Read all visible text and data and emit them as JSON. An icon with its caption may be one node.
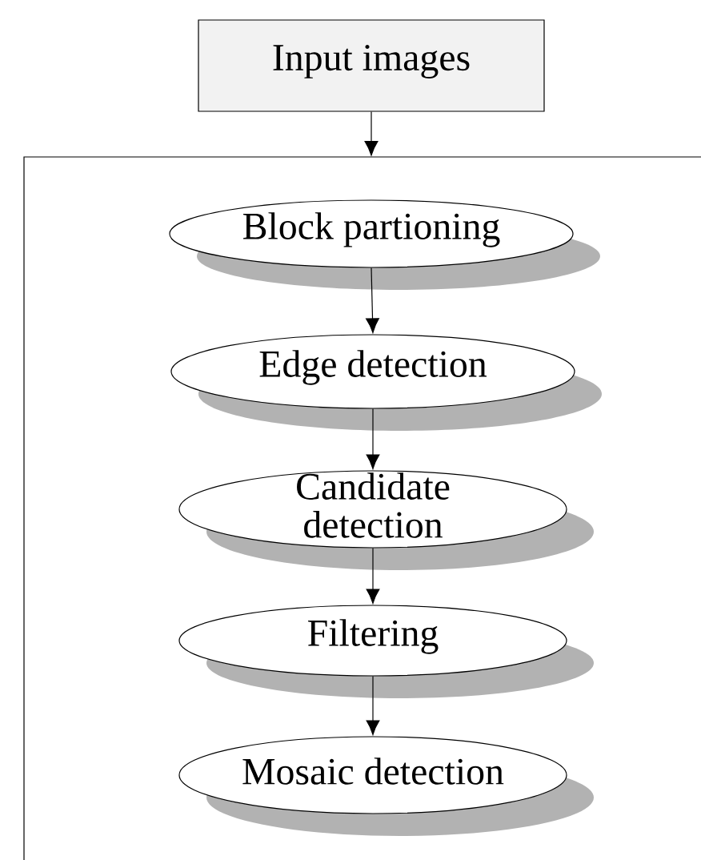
{
  "diagram": {
    "nodes": [
      {
        "text": [
          "Input images"
        ]
      },
      {
        "text": [],
        "shape": "box"
      },
      {
        "text": [
          "Block partioning"
        ],
        "in": 1
      },
      {
        "text": [
          "Edge detection"
        ],
        "in": 1
      },
      {
        "text": [
          "Candidate detection"
        ],
        "in": 1
      },
      {
        "text": [
          "Filtering"
        ],
        "in": 1
      },
      {
        "text": [
          "Mosaic detection"
        ],
        "in": 1
      }
    ],
    "edges": [
      {
        "from": 0,
        "to": 1,
        "arrow": "to"
      },
      {
        "from": 2,
        "to": 3,
        "arrow": "to"
      },
      {
        "from": 3,
        "to": 4,
        "arrow": "to"
      },
      {
        "from": 4,
        "to": 5,
        "arrow": "to"
      },
      {
        "from": 5,
        "to": 6,
        "arrow": "to"
      }
    ]
  }
}
